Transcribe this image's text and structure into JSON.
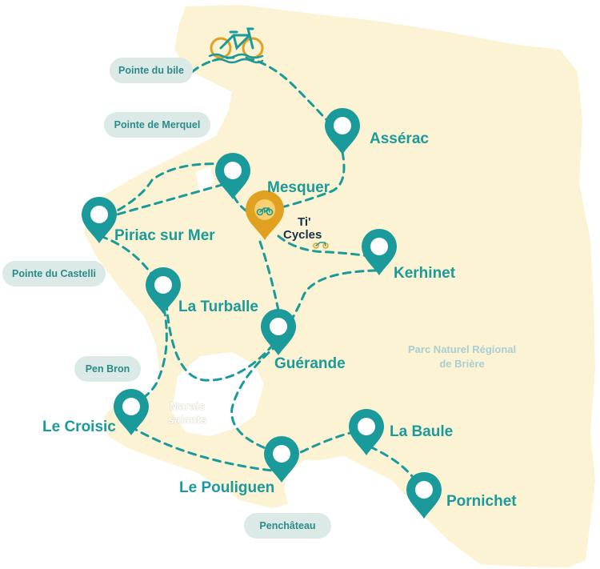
{
  "map": {
    "colors": {
      "land": "#fbf3d3",
      "route": "#1a9a9a",
      "pin": "#1a9a9a",
      "home_pin": "#e0a020",
      "pill_bg": "#dbeae6"
    },
    "home": {
      "line1": "Ti'",
      "line2": "Cycles",
      "icon": "bicycle-icon"
    },
    "towns": [
      {
        "name": "Assérac"
      },
      {
        "name": "Mesquer"
      },
      {
        "name": "Piriac sur Mer"
      },
      {
        "name": "Kerhinet"
      },
      {
        "name": "La Turballe"
      },
      {
        "name": "Guérande"
      },
      {
        "name": "Le Croisic"
      },
      {
        "name": "La Baule"
      },
      {
        "name": "Le Pouliguen"
      },
      {
        "name": "Pornichet"
      }
    ],
    "points_of_interest": [
      {
        "name": "Pointe du bile"
      },
      {
        "name": "Pointe de Merquel"
      },
      {
        "name": "Pointe du Castelli"
      },
      {
        "name": "Pen Bron"
      },
      {
        "name": "Penchâteau"
      }
    ],
    "region": {
      "line1": "Parc Naturel Régional",
      "line2": "de Brière"
    },
    "marsh": {
      "line1": "Marais",
      "line2": "salants"
    },
    "logo_icon": "bicycle-waves-icon"
  }
}
